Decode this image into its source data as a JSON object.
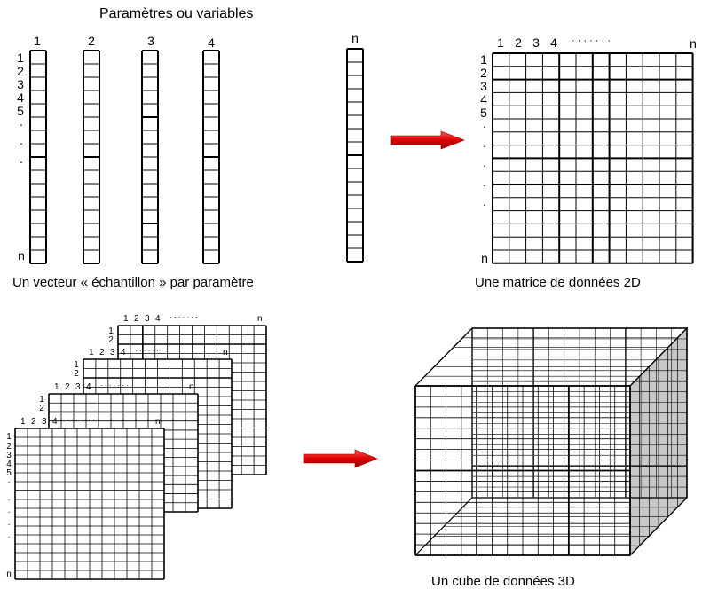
{
  "title": "Paramètres ou variables",
  "vectors": {
    "column_labels": [
      "1",
      "2",
      "3",
      "4",
      "n"
    ],
    "row_labels": [
      "1",
      "2",
      "3",
      "4",
      "5",
      "·",
      "·",
      "·",
      "n"
    ],
    "caption": "Un vecteur « échantillon » par paramètre"
  },
  "matrix2d": {
    "column_labels": [
      "1",
      "2",
      "3",
      "4",
      "· · · · · · ·",
      "n"
    ],
    "row_labels": [
      "1",
      "2",
      "3",
      "4",
      "5",
      "·",
      "·",
      "·",
      "·",
      "·",
      "n"
    ],
    "caption": "Une matrice de données 2D"
  },
  "stacked_matrices": {
    "column_labels": [
      "1",
      "2",
      "3",
      "4",
      "· · · · · · ·",
      "n"
    ],
    "back_row_labels": [
      "1",
      "2"
    ],
    "front_row_labels": [
      "1",
      "2",
      "3",
      "4",
      "5",
      "·",
      "·",
      "·",
      "·",
      "·",
      "n"
    ]
  },
  "cube3d": {
    "caption": "Un cube de données 3D"
  },
  "colors": {
    "arrow": "#dd0000",
    "arrow_dark": "#990000",
    "grid": "#000000",
    "cube_shade": "#c8c8c8"
  }
}
